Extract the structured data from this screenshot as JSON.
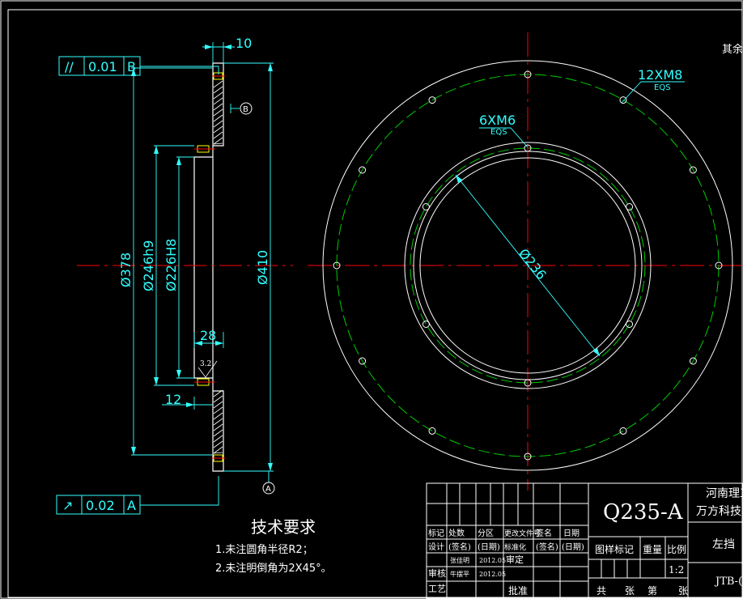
{
  "dimensions": {
    "width_10": "10",
    "d378": "Ø378",
    "d246": "Ø246h9",
    "d226": "Ø226H8",
    "d410": "Ø410",
    "d236": "Ø236",
    "w28": "28",
    "w12": "12",
    "roughness": "3.2"
  },
  "tolerances": {
    "parallel": {
      "symbol": "//",
      "value": "0.01",
      "datum": "B"
    },
    "runout": {
      "symbol": "↗",
      "value": "0.02",
      "datum": "A"
    }
  },
  "datums": {
    "b": "B",
    "a": "A"
  },
  "holes": {
    "outer_count": 12,
    "outer_label": "12XM8",
    "outer_sub": "EQS",
    "inner_count": 6,
    "inner_label": "6XM6",
    "inner_sub": "EQS"
  },
  "corner_note": "其余",
  "notes": {
    "title": "技术要求",
    "items": [
      "1.未注圆角半径R2；",
      "2.未注明倒角为2X45°。"
    ]
  },
  "title_block": {
    "material": "Q235-A",
    "institute_line1": "河南理工",
    "institute_line2": "万方科技",
    "part_name": "左挡",
    "drawing_no": "JTB-(",
    "scale": "1:2",
    "header_row1": [
      "标记",
      "处数",
      "分区",
      "更改文件号",
      "签名",
      "日期"
    ],
    "header_row2": [
      "设计",
      "(签名)",
      "(日期)",
      "标准化",
      "(签名)",
      "(日期)"
    ],
    "designer": "张佳明",
    "design_date": "2012.05",
    "reviewer": "牛摆平",
    "review_date": "2012.05",
    "check_label": "审核",
    "process_label": "工艺",
    "approve_label": "批准",
    "approve2_label": "审定",
    "stage_label": "图样标记",
    "weight_label": "重量",
    "scale_label": "比例",
    "sheet_total": "共",
    "sheet_unit": "张",
    "sheet_no": "第",
    "sheet_unit2": "张"
  }
}
